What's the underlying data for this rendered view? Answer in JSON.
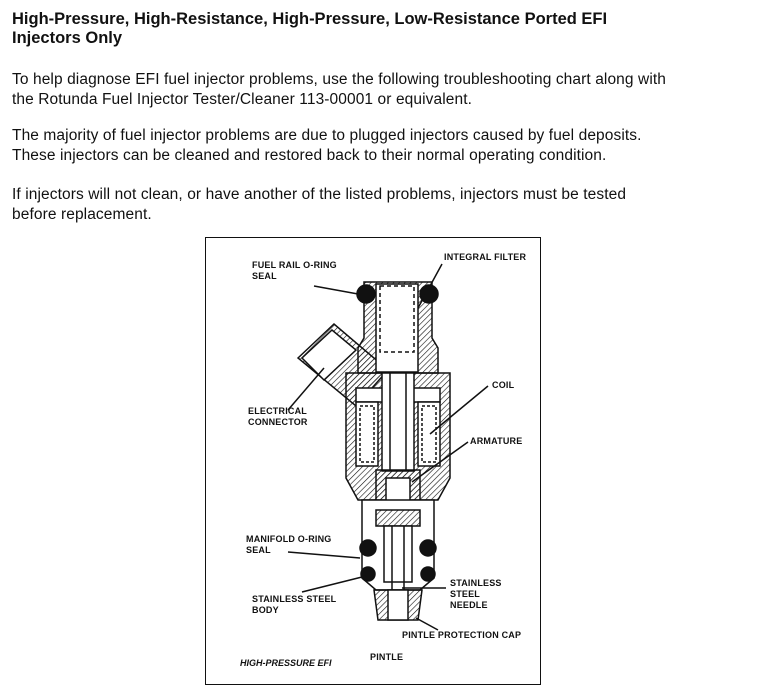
{
  "heading": {
    "line1": "High-Pressure, High-Resistance, High-Pressure, Low-Resistance Ported EFI",
    "line2": "Injectors Only"
  },
  "paragraphs": [
    {
      "lines": [
        "To help diagnose EFI fuel injector problems, use the following troubleshooting chart along with",
        "the Rotunda Fuel Injector Tester/Cleaner 113-00001 or equivalent."
      ]
    },
    {
      "lines": [
        "The majority of fuel injector problems are due to plugged injectors caused by fuel deposits.",
        "These injectors can be cleaned and restored back to their normal operating condition."
      ]
    },
    {
      "lines": [
        "If injectors will not clean, or have another of the listed problems, injectors must be tested",
        "before replacement."
      ]
    }
  ],
  "figure": {
    "labels": {
      "fuel_rail_line1": "FUEL RAIL O-RING",
      "fuel_rail_line2": "SEAL",
      "integral_filter": "INTEGRAL FILTER",
      "electrical_line1": "ELECTRICAL",
      "electrical_line2": "CONNECTOR",
      "coil": "COIL",
      "armature": "ARMATURE",
      "manifold_line1": "MANIFOLD O-RING",
      "manifold_line2": "SEAL",
      "body_line1": "STAINLESS STEEL",
      "body_line2": "BODY",
      "needle_line1": "STAINLESS",
      "needle_line2": "STEEL",
      "needle_line3": "NEEDLE",
      "pintle_cap": "PINTLE PROTECTION CAP",
      "pintle": "PINTLE"
    },
    "caption": "HIGH-PRESSURE EFI"
  }
}
